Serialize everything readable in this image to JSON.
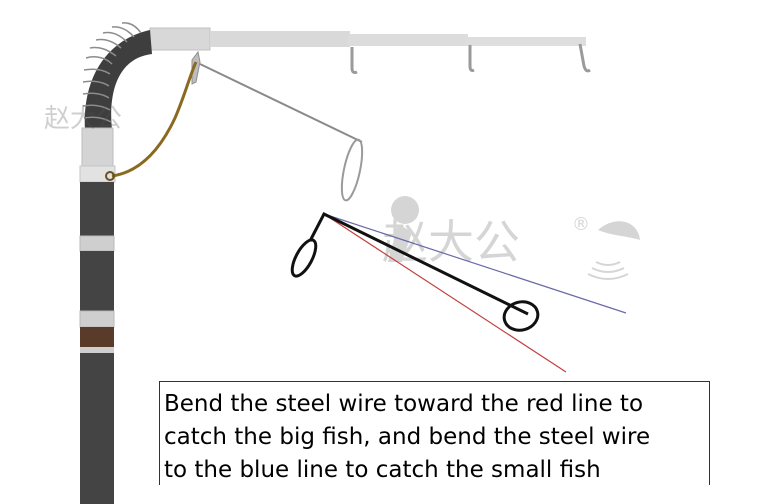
{
  "caption": {
    "line1": "Bend the steel wire toward the red line to",
    "line2": "catch the big fish, and bend the steel wire",
    "line3": "to the blue line to catch the small fish"
  },
  "watermark": {
    "text_main": "赵大公",
    "text_small": "赵大公",
    "registered": "®"
  },
  "colors": {
    "rod_black": "#4a4a4a",
    "rod_light": "#d8d8d8",
    "wire": "#111111",
    "red_line": "#c44040",
    "blue_line": "#6a6aa8",
    "gold_cord": "#8a6a20",
    "grip_band": "#5a3a28"
  }
}
